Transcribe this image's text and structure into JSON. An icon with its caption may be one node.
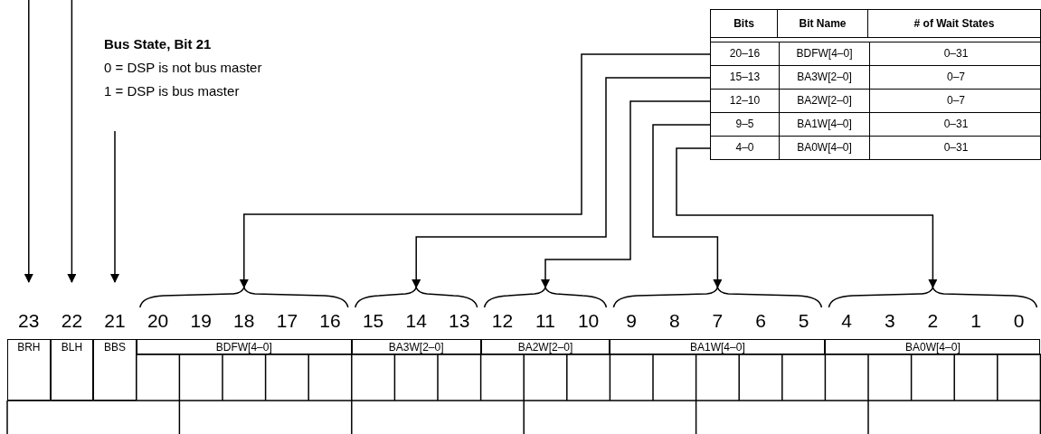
{
  "diagram": {
    "nodes": [
      {
        "text": [
          "Bus State, Bit 21",
          "0 = DSP is not bus master",
          "1 = DSP is bus master"
        ]
      },
      {
        "text": [
          "20–16",
          "BDFW[4–0]",
          "0–31"
        ]
      },
      {
        "text": [
          "15–13",
          "BA3W[2–0]",
          "0–7"
        ]
      },
      {
        "text": [
          "12–10",
          "BA2W[2–0]",
          "0–7"
        ]
      },
      {
        "text": [
          "9–5",
          "BA1W[4–0]",
          "0–31"
        ]
      },
      {
        "text": [
          "4–0",
          "BA0W[4–0]",
          "0–31"
        ]
      },
      {
        "text": [
          "BRH"
        ]
      },
      {
        "text": [
          "BLH"
        ]
      },
      {
        "text": [
          "BBS"
        ]
      },
      {
        "text": [
          "BDFW[4–0]"
        ]
      },
      {
        "text": [
          "BA3W[2–0]"
        ]
      },
      {
        "text": [
          "BA2W[2–0]"
        ]
      },
      {
        "text": [
          "BA1W[4–0]"
        ]
      },
      {
        "text": [
          "BA0W[4–0]"
        ]
      }
    ],
    "edges": [
      {
        "from": null,
        "to": 6,
        "arrow": "to"
      },
      {
        "from": null,
        "to": 7,
        "arrow": "to"
      },
      {
        "from": 0,
        "to": 8,
        "arrow": "to"
      },
      {
        "from": 1,
        "to": 9,
        "arrow": "to"
      },
      {
        "from": 2,
        "to": 10,
        "arrow": "to"
      },
      {
        "from": 3,
        "to": 11,
        "arrow": "to"
      },
      {
        "from": 4,
        "to": 12,
        "arrow": "to"
      },
      {
        "from": 5,
        "to": 13,
        "arrow": "to"
      }
    ],
    "labels": [
      "Bits",
      "Bit Name",
      "# of Wait States",
      "23",
      "22",
      "21",
      "20",
      "19",
      "18",
      "17",
      "16",
      "15",
      "14",
      "13",
      "12",
      "11",
      "10",
      "9",
      "8",
      "7",
      "6",
      "5",
      "4",
      "3",
      "2",
      "1",
      "0"
    ]
  }
}
